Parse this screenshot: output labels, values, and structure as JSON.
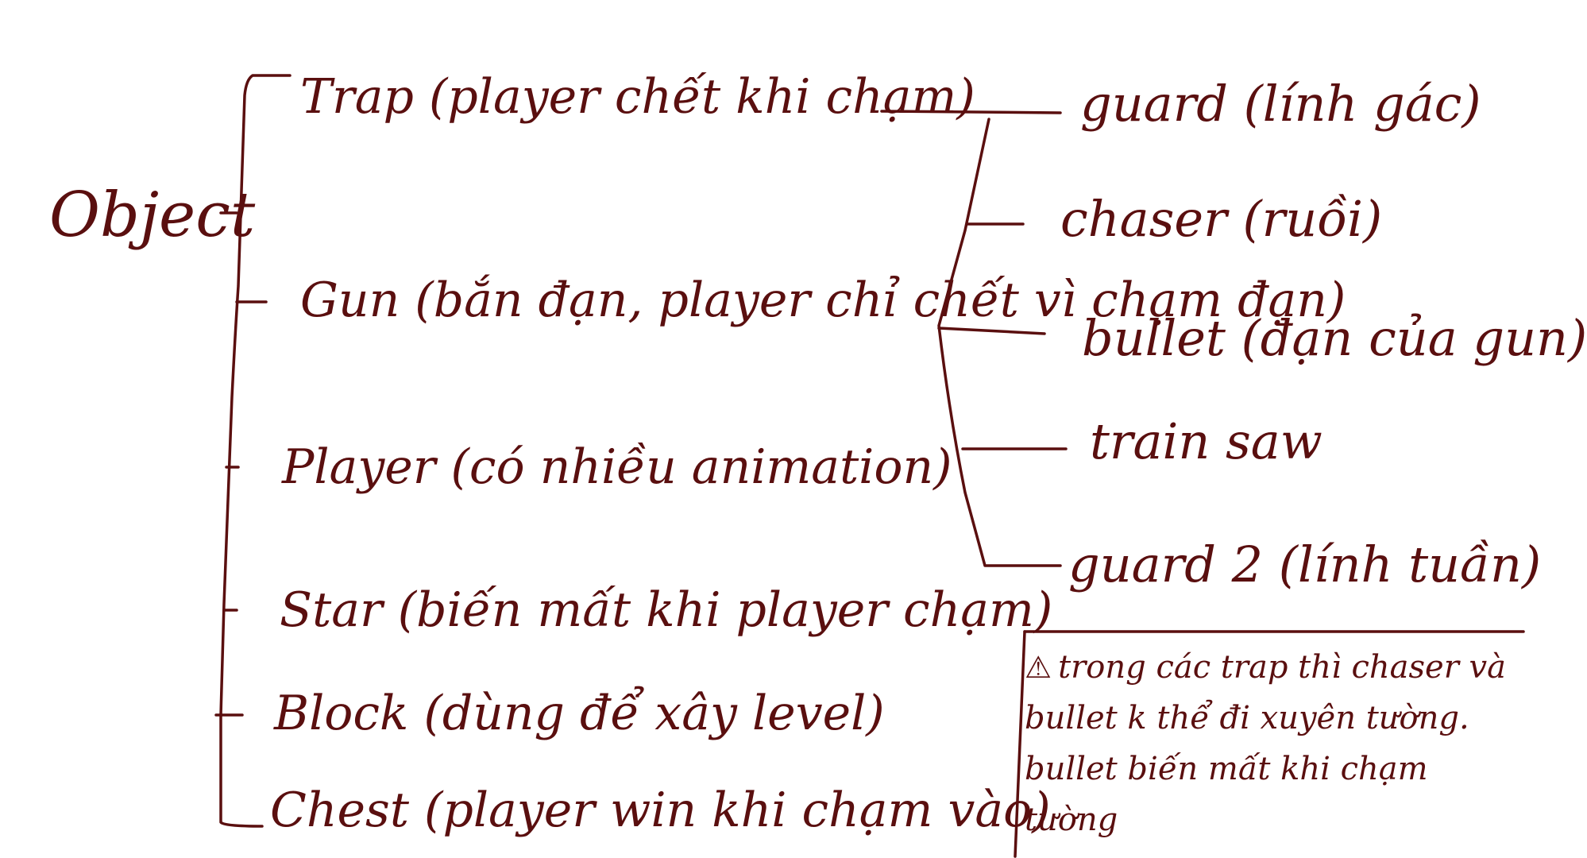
{
  "diagram": {
    "root": "Object",
    "children": [
      {
        "name": "Trap (player chết khi chạm)"
      },
      {
        "name": "Gun (bắn đạn, player chỉ chết vì chạm đạn)"
      },
      {
        "name": "Player (có nhiều animation)"
      },
      {
        "name": "Star (biến mất khi player chạm)"
      },
      {
        "name": "Block (dùng để xây level)"
      },
      {
        "name": "Chest (player win khi chạm vào)"
      }
    ],
    "trap_children": [
      {
        "name": "guard (lính gác)"
      },
      {
        "name": "chaser (ruồi)"
      },
      {
        "name": "bullet (đạn của gun)"
      },
      {
        "name": "train saw"
      },
      {
        "name": "guard 2 (lính tuần)"
      }
    ],
    "note": {
      "icon": "warning-icon",
      "text": "trong các trap thì chaser và bullet k thể đi xuyên tường. bullet biến mất khi chạm tường"
    }
  },
  "colors": {
    "ink": "#5a0f0f",
    "background": "#ffffff"
  }
}
